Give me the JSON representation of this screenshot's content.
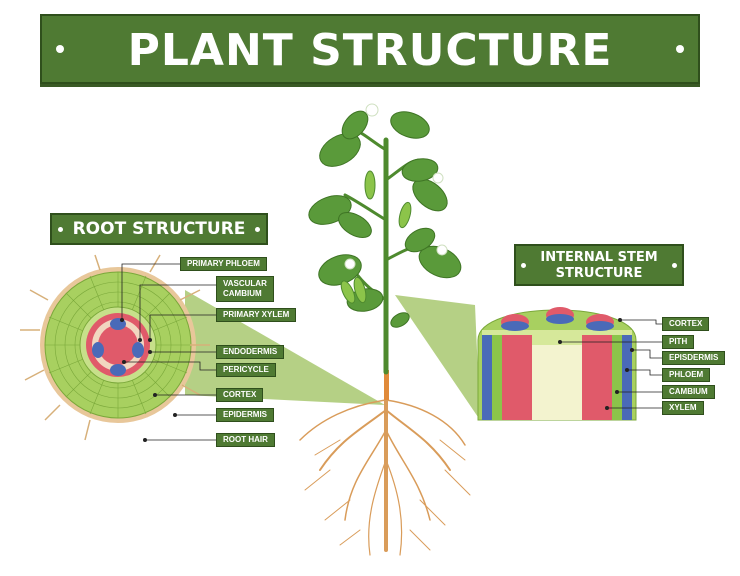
{
  "title": "PLANT STRUCTURE",
  "root_section": {
    "heading": "ROOT STRUCTURE",
    "labels": [
      "PRIMARY PHLOEM",
      "VASCULAR\nCAMBIUM",
      "PRIMARY XYLEM",
      "ENDODERMIS",
      "PERICYCLE",
      "CORTEX",
      "EPIDERMIS",
      "ROOT HAIR"
    ]
  },
  "stem_section": {
    "heading_line1": "INTERNAL STEM",
    "heading_line2": "STRUCTURE",
    "labels": [
      "CORTEX",
      "PITH",
      "EPISDERMIS",
      "PHLOEM",
      "CAMBIUM",
      "XYLEM"
    ]
  },
  "colors": {
    "banner": "#4f7a33",
    "leaf": "#5a9a3a",
    "stem": "#4e8a2e",
    "root": "#d99c5a",
    "cortex": "#a8d060",
    "xylem": "#e05a6a",
    "phloem": "#4a6ab8"
  }
}
